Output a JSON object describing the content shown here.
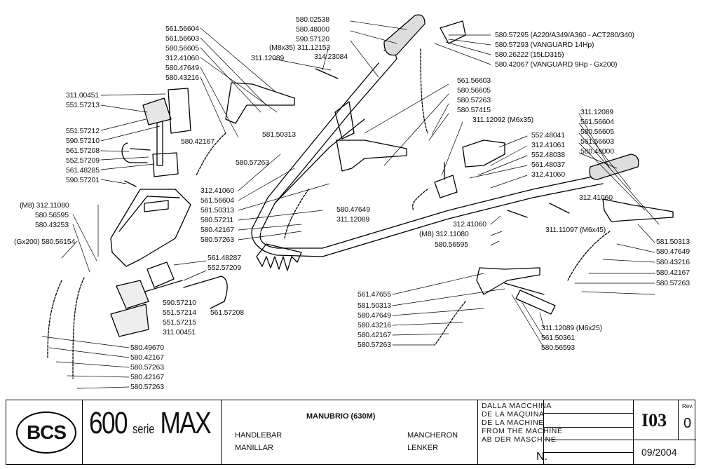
{
  "labels_left": [
    "561.56604",
    "561.56603",
    "580.56605",
    "312.41060",
    "580.47649",
    "580.43216",
    "311.00451",
    "551.57213",
    "551.57212",
    "590.57210",
    "561.57208",
    "552.57209",
    "561.48285",
    "590.57201",
    "(M8) 312.11080",
    "580.56595",
    "580.43253",
    "(Gx200) 580.56154"
  ],
  "labels_bottom_left": [
    "580.49670",
    "580.42167",
    "580.57263",
    "580.42167",
    "580.57263"
  ],
  "labels_center_left": [
    "580.42167",
    "580.57263",
    "312.41060",
    "561.56604",
    "581.50313",
    "580.57211",
    "580.42167",
    "580.57263",
    "581.50313",
    "561.48287",
    "552.57209",
    "590.57210",
    "551.57214",
    "551.57215",
    "311.00451",
    "561.57208"
  ],
  "labels_top_center": [
    "580.02538",
    "580.48000",
    "590.57120",
    "(M8x35) 311.12153",
    "311.12089",
    "314.23084"
  ],
  "labels_top_right": [
    "580.57295 (A220/A349/A360 - ACT280/340)",
    "580.57293 (VANGUARD 14Hp)",
    "580.26222 (15LD315)",
    "580.42067 (VANGUARD 9Hp - Gx200)"
  ],
  "labels_center": [
    "561.56603",
    "580.56605",
    "580.57263",
    "580.57415",
    "311.12092 (M6x35)",
    "552.48041",
    "312.41061",
    "552.48038",
    "561.48037",
    "312.41060",
    "580.47649",
    "311.12089",
    "312.41060",
    "(M8) 312.11080",
    "580.56595"
  ],
  "labels_right": [
    "311.12089",
    "561.56604",
    "580.56605",
    "561.56603",
    "580.48000",
    "312.41060",
    "311.11097 (M6x45)",
    "581.50313",
    "580.47649",
    "580.43216",
    "580.42167",
    "580.57263"
  ],
  "labels_bottom_center": [
    "561.47655",
    "581.50313",
    "580.47649",
    "580.43216",
    "580.42167",
    "580.57263",
    "311.12089 (M6x25)",
    "561.50361",
    "580.56593"
  ],
  "title_block": {
    "logo": "BCS",
    "model_number": "600",
    "model_series": "serie",
    "model_name": "MAX",
    "title_it": "MANUBRIO (630M)",
    "title_en": "HANDLEBAR",
    "title_es": "MANILLAR",
    "title_fr": "MANCHERON",
    "title_de": "LENKER",
    "from_machine": [
      "DALLA MACCHINA",
      "DE LA MAQUINA",
      "DE LA MACHINE",
      "FROM THE MACHINE",
      "AB DER MASCHINE"
    ],
    "n_label": "N.",
    "sheet_code": "I03",
    "rev_label": "Rev.",
    "rev_value": "0",
    "date": "09/2004"
  }
}
